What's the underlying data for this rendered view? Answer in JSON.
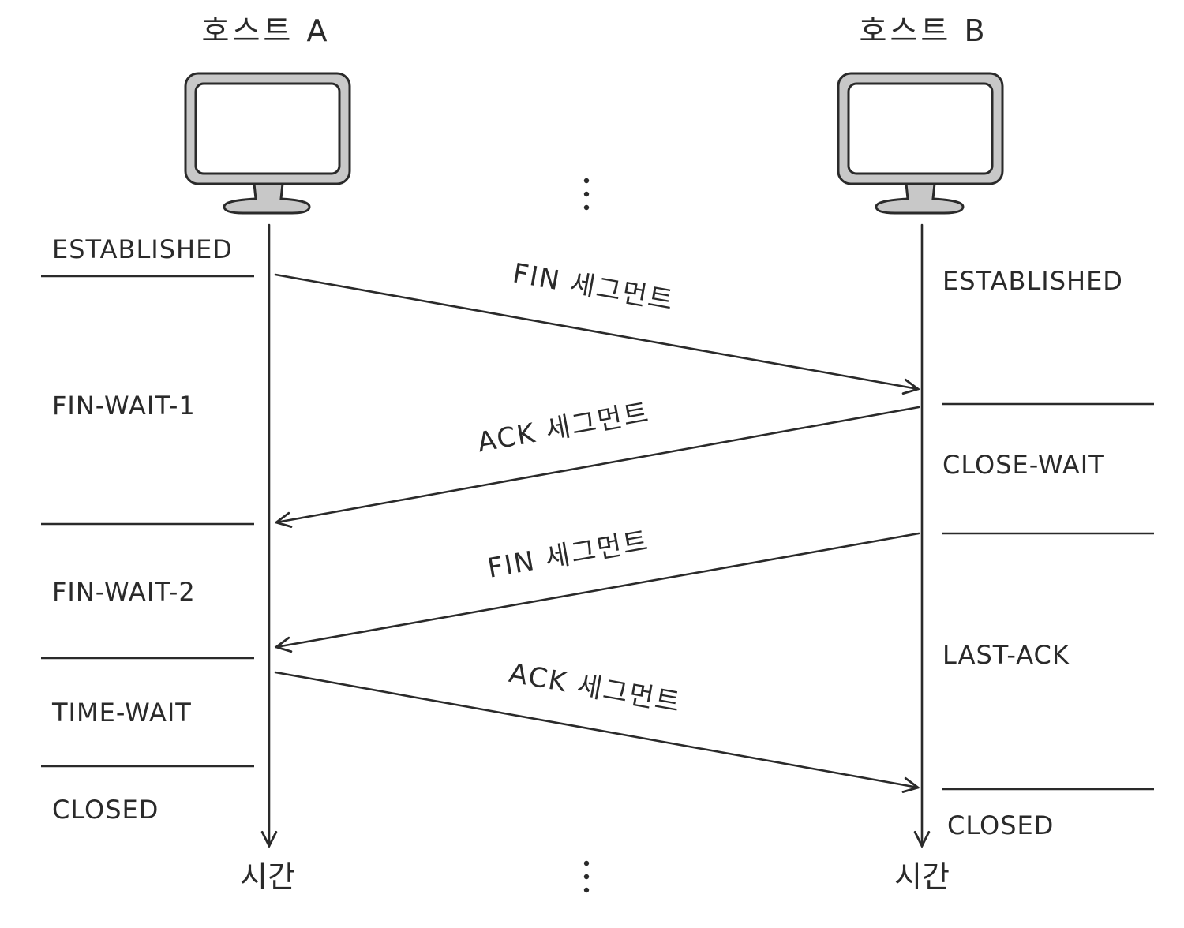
{
  "hosts": {
    "a": {
      "title": "호스트 A",
      "time_label": "시간"
    },
    "b": {
      "title": "호스트 B",
      "time_label": "시간"
    }
  },
  "host_a_states": [
    "ESTABLISHED",
    "FIN-WAIT-1",
    "FIN-WAIT-2",
    "TIME-WAIT",
    "CLOSED"
  ],
  "host_b_states": [
    "ESTABLISHED",
    "CLOSE-WAIT",
    "LAST-ACK",
    "CLOSED"
  ],
  "messages": [
    {
      "label": "FIN 세그먼트",
      "from": "A",
      "to": "B"
    },
    {
      "label": "ACK 세그먼트",
      "from": "B",
      "to": "A"
    },
    {
      "label": "FIN 세그먼트",
      "from": "B",
      "to": "A"
    },
    {
      "label": "ACK 세그먼트",
      "from": "A",
      "to": "B"
    }
  ],
  "ellipsis_icon": "vertical-ellipsis-icon",
  "colors": {
    "ink": "#2a2a2a",
    "monitor": "#c8c8c8"
  }
}
